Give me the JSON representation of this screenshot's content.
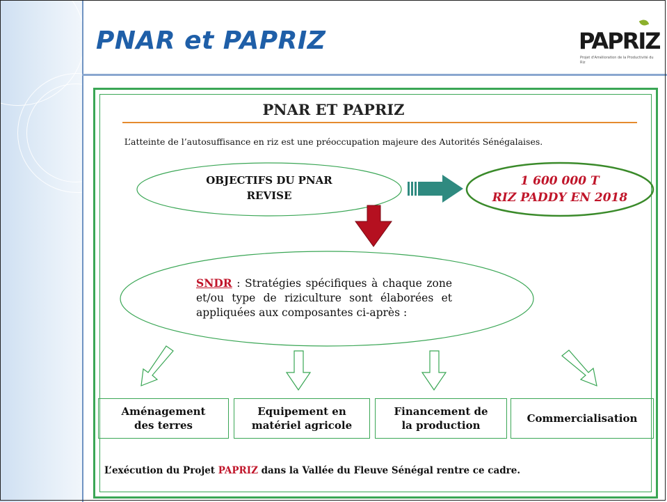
{
  "slide": {
    "title": "PNAR et PAPRIZ",
    "logo": {
      "mark": "PAPRIZ",
      "subtitle": "Projet d'Amélioration de la Productivité du Riz"
    }
  },
  "panel": {
    "title": "PNAR ET PAPRIZ",
    "intro": "L’atteinte de l’autosuffisance en riz est une préoccupation majeure des Autorités Sénégalaises.",
    "objectives_line1": "OBJECTIFS DU PNAR",
    "objectives_line2": "REVISE",
    "target_line1": "1 600 000 T",
    "target_line2": "RIZ PADDY EN 2018",
    "sndr_keyword": "SNDR",
    "sndr_text": " : Stratégies spécifiques à chaque zone et/ou type de riziculture sont élaborées et appliquées aux composantes ci-après :",
    "components": [
      {
        "line1": "Aménagement",
        "line2": "des terres"
      },
      {
        "line1": "Equipement en",
        "line2": "matériel agricole"
      },
      {
        "line1": "Financement de",
        "line2": "la production"
      },
      {
        "line1": "Commercialisation",
        "line2": ""
      }
    ],
    "footer_before": "L’exécution du Projet ",
    "footer_highlight": "PAPRIZ",
    "footer_after": " dans la Vallée du Fleuve Sénégal rentre ce cadre."
  },
  "colors": {
    "title": "#1f5fa8",
    "panel_border": "#3aa655",
    "accent_red": "#c0152a",
    "arrow_teal": "#2f8a80",
    "rule_orange": "#e58a2e"
  }
}
